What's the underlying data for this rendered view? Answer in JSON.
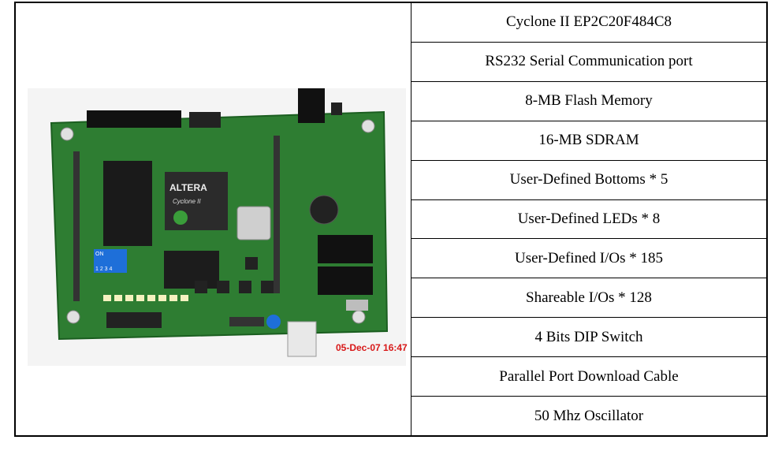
{
  "photo": {
    "timestamp": "05-Dec-07 16:47",
    "chip_brand": "ALTERA",
    "chip_model": "Cyclone II",
    "switch_label": "ON",
    "switch_numbers": "1 2 3 4"
  },
  "colors": {
    "pcb_green": "#2e7d32",
    "pcb_dark": "#1b5e20",
    "timestamp_red": "#d81818"
  },
  "specs": [
    "Cyclone II EP2C20F484C8",
    "RS232 Serial Communication port",
    "8-MB Flash Memory",
    "16-MB SDRAM",
    "User-Defined Bottoms * 5",
    "User-Defined LEDs * 8",
    "User-Defined I/Os * 185",
    "Shareable I/Os * 128",
    "4 Bits DIP Switch",
    "Parallel Port Download Cable",
    "50 Mhz Oscillator"
  ]
}
